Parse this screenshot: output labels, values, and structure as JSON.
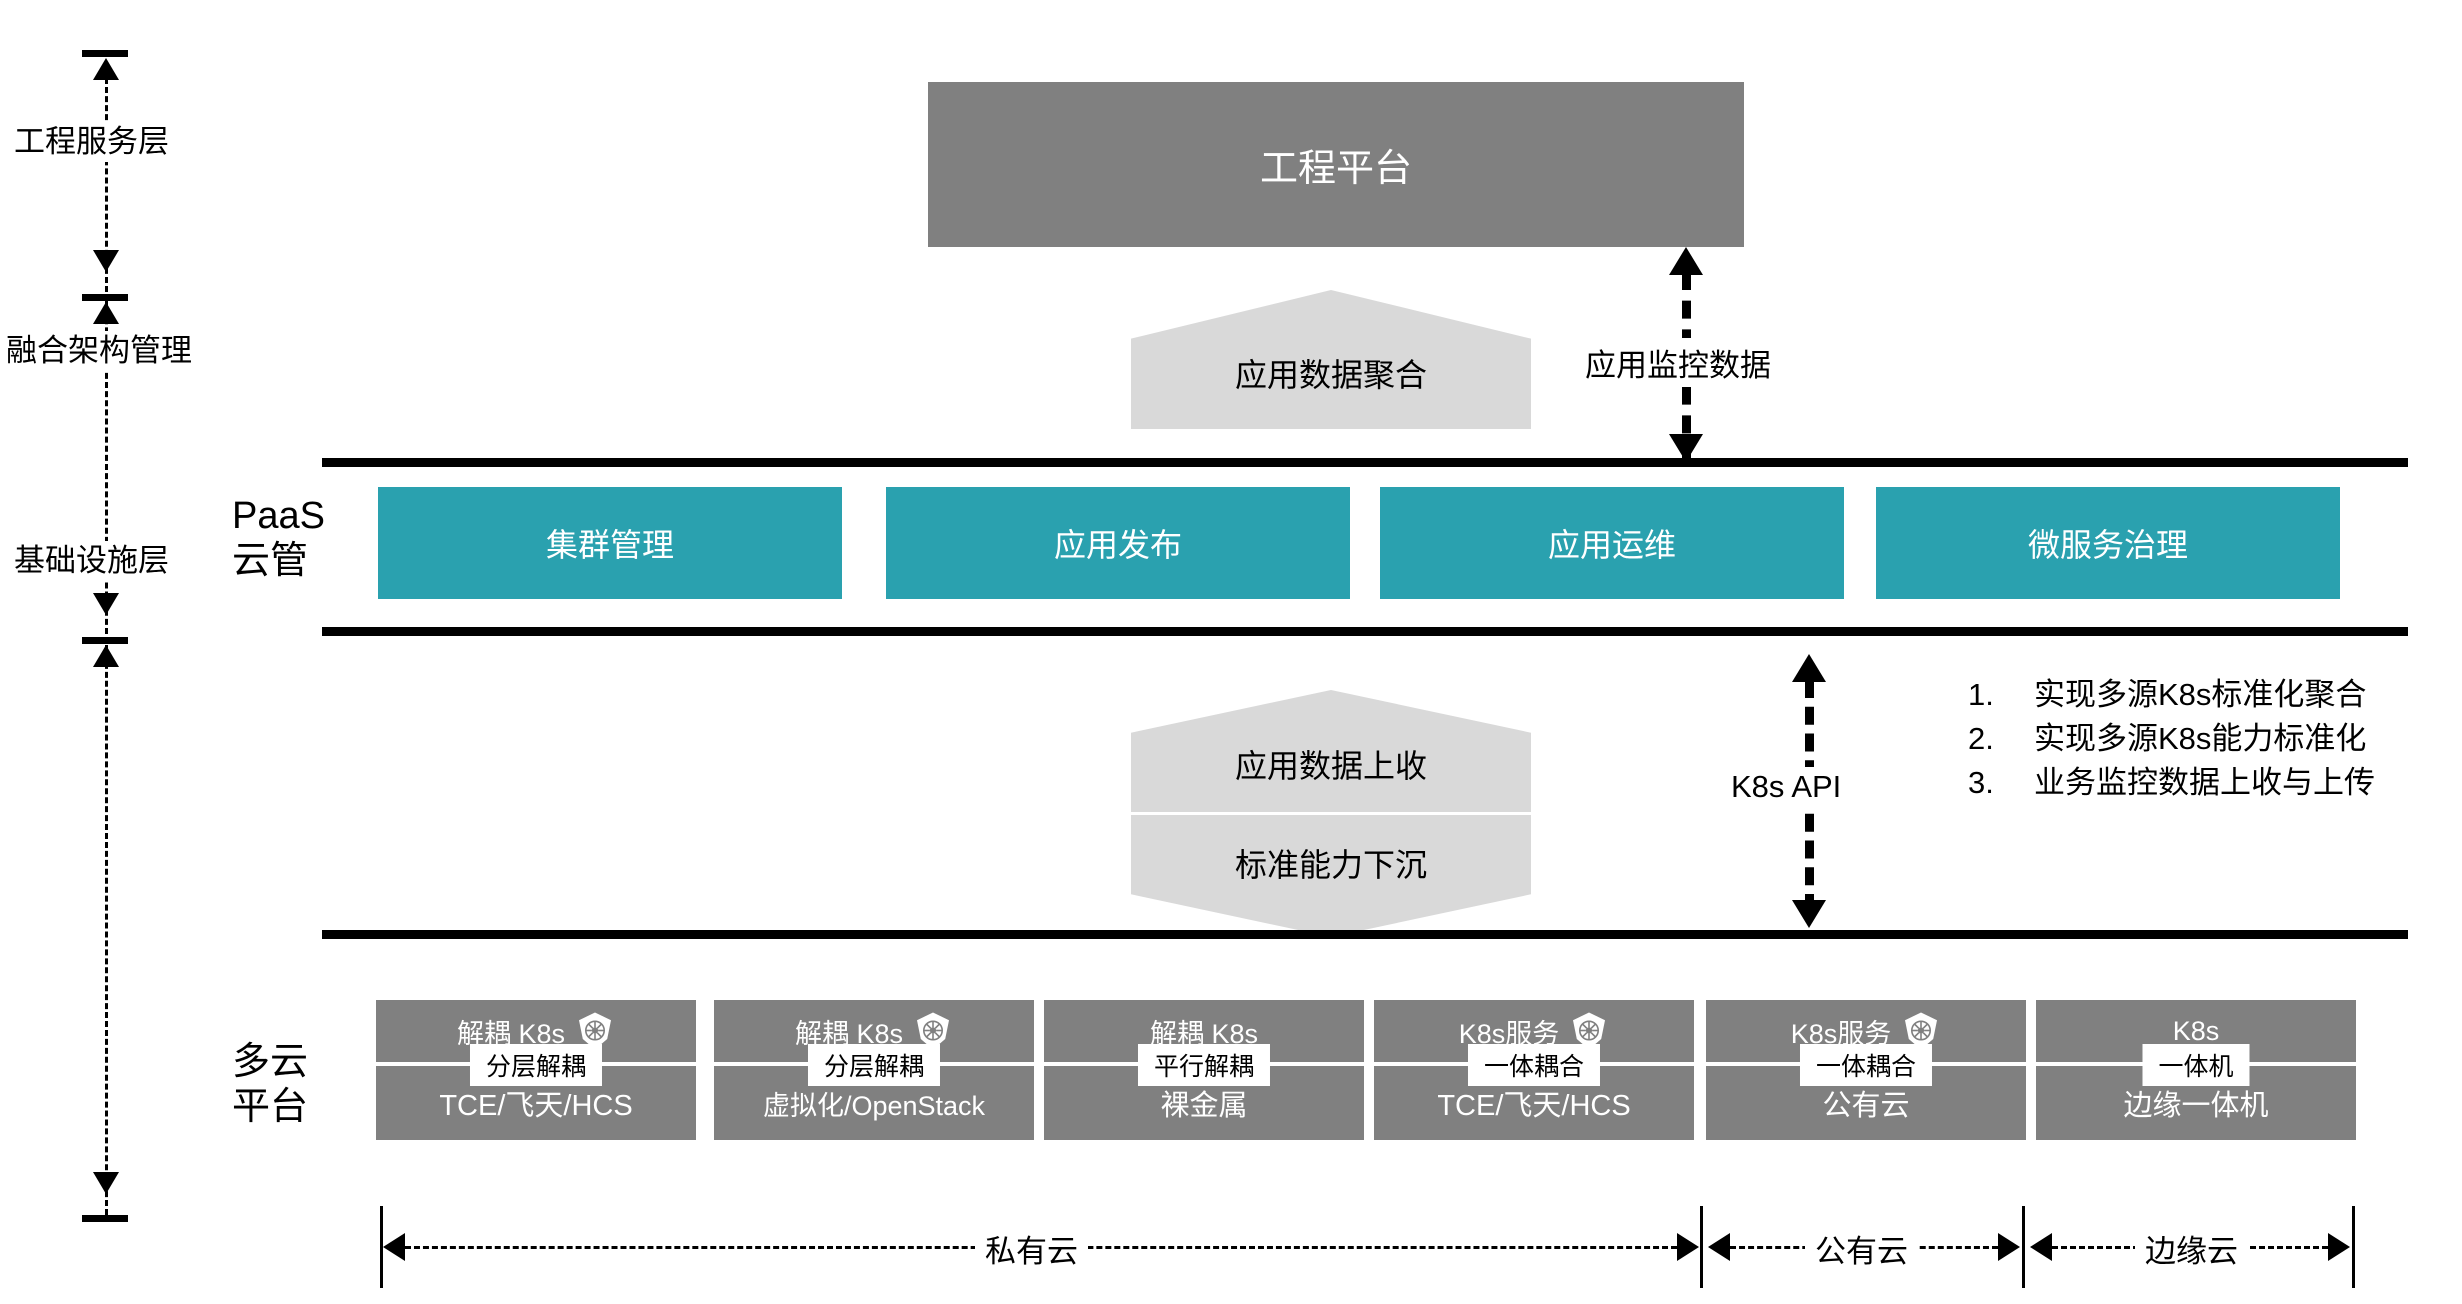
{
  "axis": {
    "labels": [
      {
        "text": "工程服务层"
      },
      {
        "text": "融合架构管理"
      },
      {
        "text": "基础设施层"
      }
    ]
  },
  "rows": {
    "paas_label": "PaaS\n云管",
    "multicloud_label": "多云\n平台"
  },
  "top": {
    "platform_box": "工程平台"
  },
  "pentagons": [
    {
      "text": "应用数据聚合",
      "dir": "up"
    },
    {
      "text": "应用数据上收",
      "dir": "up"
    },
    {
      "text": "标准能力下沉",
      "dir": "down"
    }
  ],
  "paas_modules": [
    {
      "label": "集群管理"
    },
    {
      "label": "应用发布"
    },
    {
      "label": "应用运维"
    },
    {
      "label": "微服务治理"
    }
  ],
  "arrows": [
    {
      "label": "应用监控数据"
    },
    {
      "label": "K8s API"
    }
  ],
  "notes": [
    {
      "num": "1.",
      "text": "实现多源K8s标准化聚合"
    },
    {
      "num": "2.",
      "text": "实现多源K8s能力标准化"
    },
    {
      "num": "3.",
      "text": "业务监控数据上收与上传"
    }
  ],
  "platforms": [
    {
      "top": "解耦 K8s",
      "badge": "分层解耦",
      "bottom": "TCE/飞天/HCS",
      "icon": "kubernetes-icon",
      "has_icon": true
    },
    {
      "top": "解耦 K8s",
      "badge": "分层解耦",
      "bottom": "虚拟化/OpenStack",
      "icon": "kubernetes-icon",
      "has_icon": true
    },
    {
      "top": "解耦 K8s",
      "badge": "平行解耦",
      "bottom": "裸金属",
      "icon": "",
      "has_icon": false
    },
    {
      "top": "K8s服务",
      "badge": "一体耦合",
      "bottom": "TCE/飞天/HCS",
      "icon": "kubernetes-icon",
      "has_icon": true
    },
    {
      "top": "K8s服务",
      "badge": "一体耦合",
      "bottom": "公有云",
      "icon": "kubernetes-icon",
      "has_icon": true
    },
    {
      "top": "K8s",
      "badge": "一体机",
      "bottom": "边缘一体机",
      "icon": "",
      "has_icon": false
    }
  ],
  "scale": [
    {
      "label": "私有云"
    },
    {
      "label": "公有云"
    },
    {
      "label": "边缘云"
    }
  ],
  "colors": {
    "teal": "#2AA1AF",
    "gray": "#808080",
    "light_gray": "#D9D9D9",
    "black": "#000000",
    "white": "#FFFFFF"
  }
}
